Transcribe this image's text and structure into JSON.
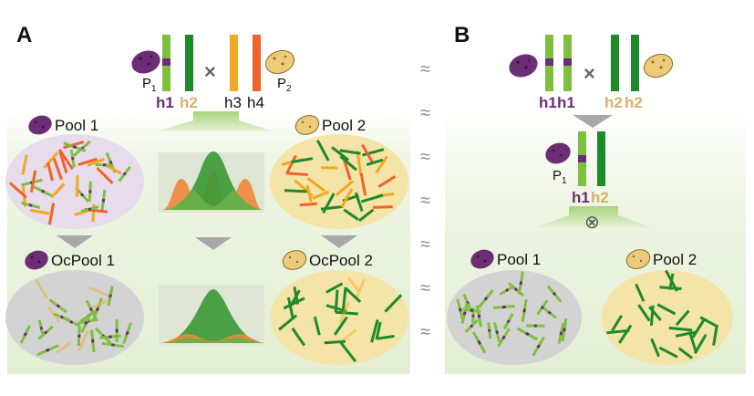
{
  "panels": {
    "a": {
      "letter": "A",
      "parent1": {
        "label": "P",
        "sub": "1",
        "hap1": "h1",
        "hap2": "h2"
      },
      "parent2": {
        "label": "P",
        "sub": "2",
        "hap3": "h3",
        "hap4": "h4"
      },
      "cross_symbol": "×",
      "pool1": "Pool 1",
      "pool2": "Pool 2",
      "ocpool1": "OcPool 1",
      "ocpool2": "OcPool 2"
    },
    "b": {
      "letter": "B",
      "parent_a_haps": {
        "first": "h1",
        "second": "h1"
      },
      "parent_b_haps": {
        "first": "h2",
        "second": "h2"
      },
      "cross_symbol": "×",
      "f1": {
        "label": "P",
        "sub": "1",
        "hap1": "h1",
        "hap2": "h2"
      },
      "selection_symbol": "⊗",
      "pool1": "Pool 1",
      "pool2": "Pool 2"
    }
  },
  "divider_glyph": "≈",
  "colors": {
    "purple": "#6b2d73",
    "tan": "#d9b16a",
    "green_light": "#7fbf3f",
    "green_dark": "#1e8a2a",
    "orange": "#f5a623",
    "red_orange": "#f0622a",
    "pool_grey": "#d3d3d3",
    "pool_yellow": "#f4e4a8",
    "pool_lilac": "#e6dcec"
  }
}
